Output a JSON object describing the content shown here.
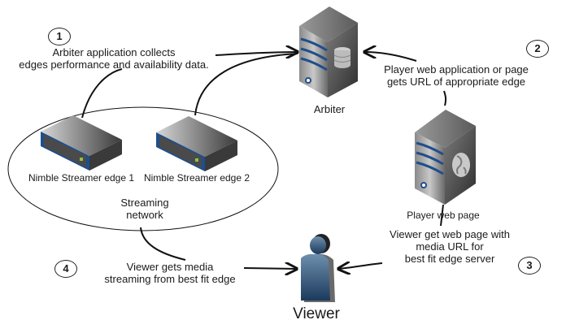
{
  "diagram": {
    "nodes": {
      "arbiter": {
        "label": "Arbiter",
        "icon": "database-server-icon"
      },
      "edge1": {
        "label": "Nimble Streamer edge 1",
        "icon": "network-switch-icon"
      },
      "edge2": {
        "label": "Nimble Streamer edge 2",
        "icon": "network-switch-icon"
      },
      "player": {
        "label": "Player web page",
        "icon": "web-server-icon"
      },
      "viewer": {
        "label": "Viewer",
        "icon": "user-icon"
      },
      "network": {
        "label_line1": "Streaming",
        "label_line2": "network"
      }
    },
    "steps": [
      {
        "number": "1",
        "line1": "Arbiter application collects",
        "line2": "edges performance and availability data."
      },
      {
        "number": "2",
        "line1": "Player web application or page",
        "line2": "gets URL of appropriate edge"
      },
      {
        "number": "3",
        "line1": "Viewer get web page with",
        "line2": "media URL for",
        "line3": "best fit edge server"
      },
      {
        "number": "4",
        "line1": "Viewer gets media",
        "line2": "streaming from best fit edge"
      }
    ],
    "colors": {
      "server_blue": "#1f4e8c",
      "viewer_blue": "#2c4f73",
      "line": "#111111"
    }
  }
}
